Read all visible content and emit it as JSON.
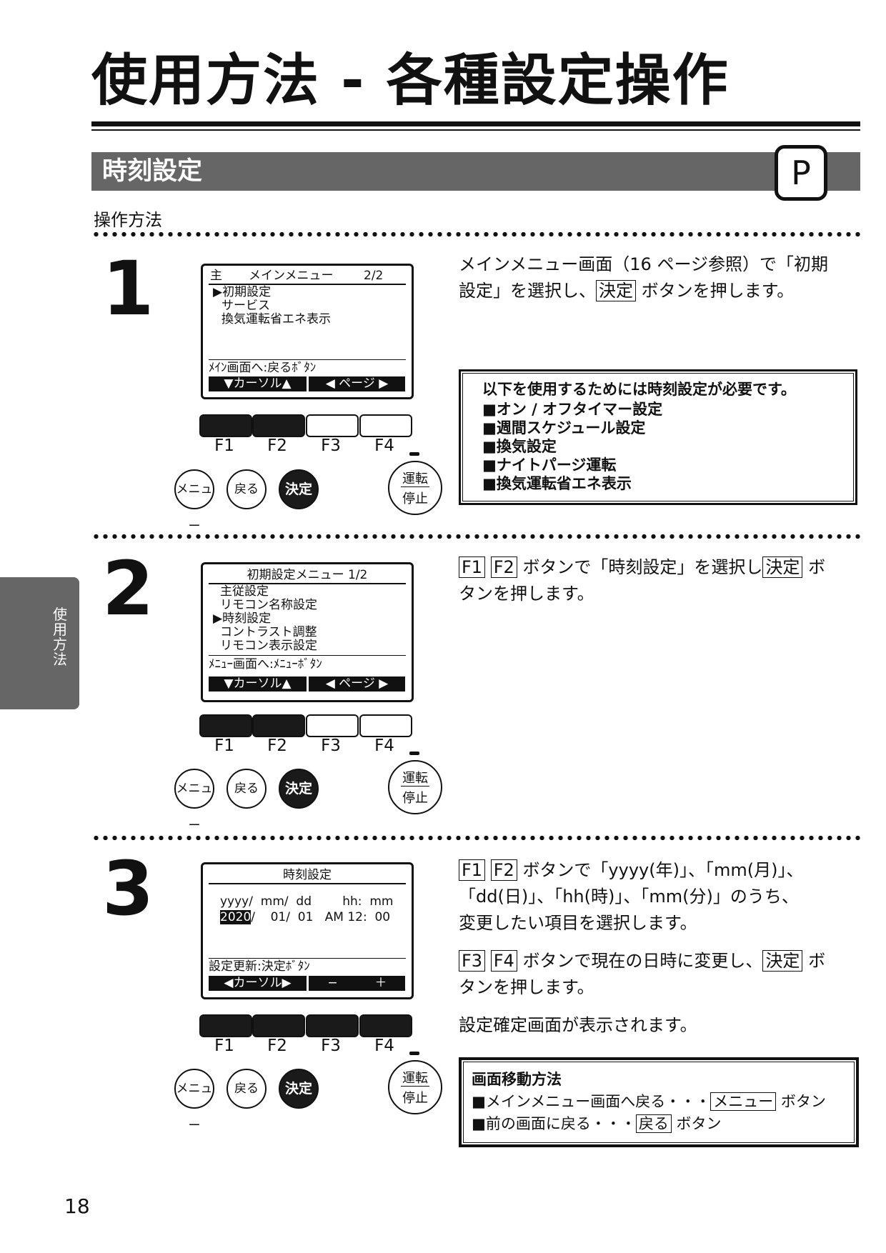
{
  "page_title": "使用方法 - 各種設定操作",
  "section_title": "時刻設定",
  "section_badge": "P",
  "subheading": "操作方法",
  "side_tab": [
    "使",
    "用",
    "方",
    "法"
  ],
  "page_number": "18",
  "fkeys": [
    "F1",
    "F2",
    "F3",
    "F4"
  ],
  "panel_buttons": {
    "menu": "メニュー",
    "back": "戻る",
    "ok": "決定",
    "run_line1": "運転",
    "run_line2": "停止"
  },
  "step1": {
    "number": "1",
    "lcd": {
      "header_left": "主",
      "header_title": "メインメニュー",
      "header_page": "2/2",
      "items": [
        "▶初期設定",
        "サービス",
        "換気運転省エネ表示"
      ],
      "footer": "ﾒｲﾝ画面へ:戻るﾎﾞﾀﾝ",
      "bar_left": "▼カーソル▲",
      "bar_right": "◀ ページ ▶"
    },
    "desc_line1": "メインメニュー画面（16 ページ参照）で「初期",
    "desc_line2a": "設定」を選択し、",
    "desc_key": "決定",
    "desc_line2b": "ボタンを押します。",
    "note_title": "以下を使用するためには時刻設定が必要です。",
    "note_items": [
      "■オン / オフタイマー設定",
      "■週間スケジュール設定",
      "■換気設定",
      "■ナイトパージ運転",
      "■換気運転省エネ表示"
    ]
  },
  "step2": {
    "number": "2",
    "lcd": {
      "header": "初期設定メニュー  1/2",
      "items": [
        "主従設定",
        "リモコン名称設定",
        "▶時刻設定",
        "コントラスト調整",
        "リモコン表示設定"
      ],
      "footer": "ﾒﾆｭｰ画面へ:ﾒﾆｭｰﾎﾞﾀﾝ",
      "bar_left": "▼カーソル▲",
      "bar_right": "◀ ページ ▶"
    },
    "desc_key1": "F1",
    "desc_key2": "F2",
    "desc_text1": "ボタンで「時刻設定」を選択し",
    "desc_key3": "決定",
    "desc_text2": "ボ",
    "desc_line2": "タンを押します。"
  },
  "step3": {
    "number": "3",
    "lcd": {
      "header": "時刻設定",
      "labels": "yyyy/  mm/  dd        hh:  mm",
      "year": "2020",
      "values": "/    01/  01   AM 12:  00",
      "footer": "設定更新:決定ﾎﾞﾀﾝ",
      "bar_left": "◀カーソル▶",
      "bar_minus": "−",
      "bar_plus": "＋"
    },
    "p1_key1": "F1",
    "p1_key2": "F2",
    "p1_line1": "ボタンで「yyyy(年)」、「mm(月)」、",
    "p1_line2": "「dd(日)」、「hh(時)」、「mm(分)」のうち、",
    "p1_line3": "変更したい項目を選択します。",
    "p2_key1": "F3",
    "p2_key2": "F4",
    "p2_text": "ボタンで現在の日時に変更し、",
    "p2_key3": "決定",
    "p2_tail": "ボ",
    "p2_line2": "タンを押します。",
    "p3": "設定確定画面が表示されます。",
    "nav_title": "画面移動方法",
    "nav1_text": "■メインメニュー画面へ戻る・・・",
    "nav1_key": "メニュー",
    "nav1_tail": "ボタン",
    "nav2_text": "■前の画面に戻る・・・",
    "nav2_key": "戻る",
    "nav2_tail": "ボタン"
  }
}
